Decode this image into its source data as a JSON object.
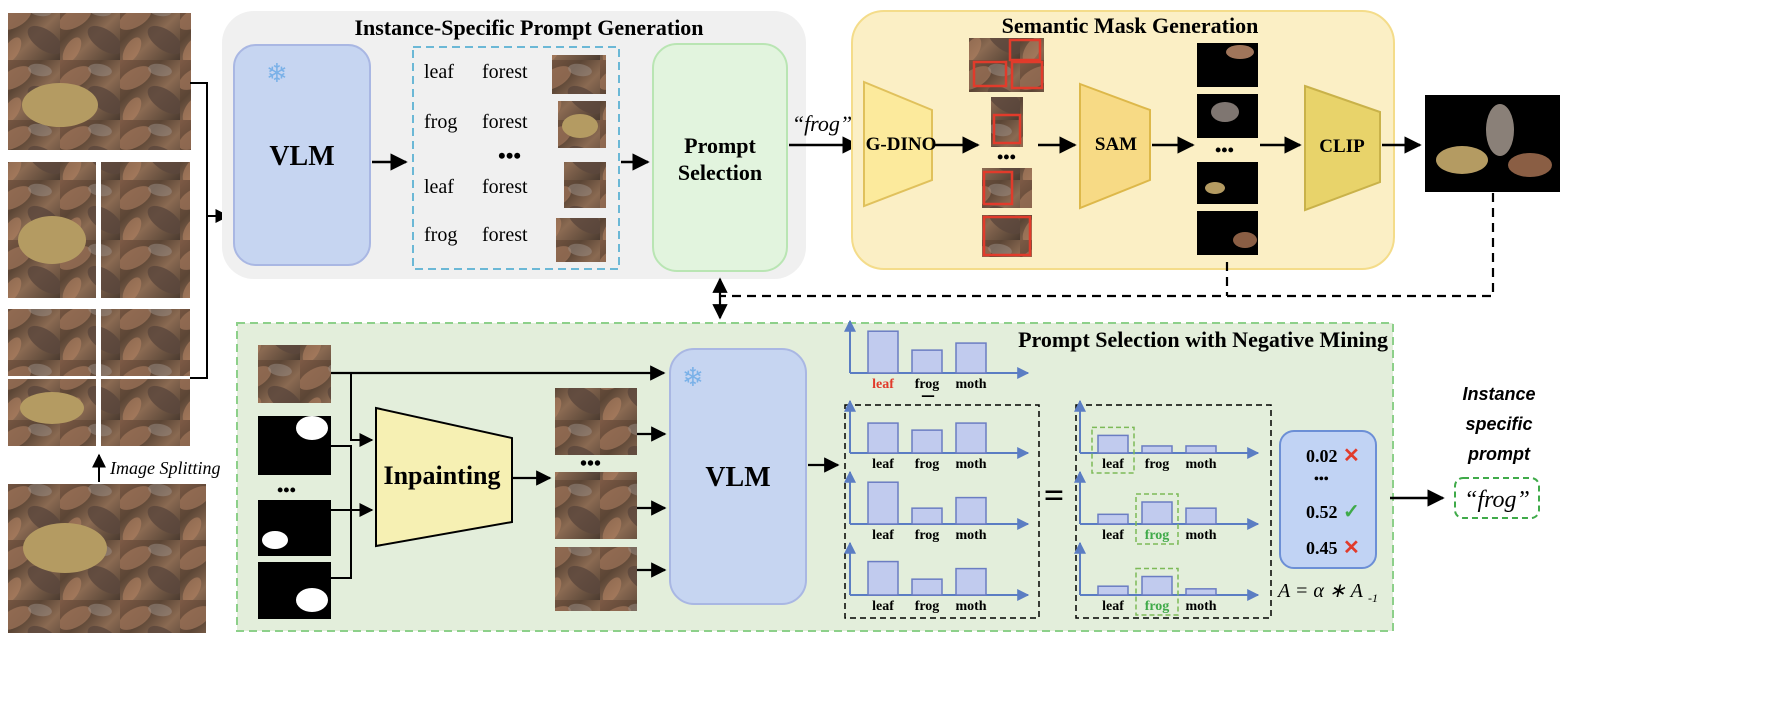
{
  "prompt_gen": {
    "title": "Instance-Specific Prompt Generation",
    "vlm_label": "VLM",
    "prompt_selection_label_line1": "Prompt",
    "prompt_selection_label_line2": "Selection",
    "candidates": [
      {
        "a": "leaf",
        "b": "forest"
      },
      {
        "a": "frog",
        "b": "forest"
      },
      {
        "a": "leaf",
        "b": "forest"
      },
      {
        "a": "frog",
        "b": "forest"
      }
    ],
    "ellipsis": "•••"
  },
  "mask_gen": {
    "title": "Semantic Mask Generation",
    "gdino_label": "G-DINO",
    "sam_label": "SAM",
    "clip_label": "CLIP",
    "prompt_text": "“frog”",
    "ellipsis": "•••"
  },
  "left": {
    "split_label": "Image Splitting"
  },
  "negative_mining": {
    "title": "Prompt Selection with Negative Mining",
    "inpainting_label": "Inpainting",
    "vlm_label": "VLM",
    "ellipsis": "•••",
    "minus_sign": "–",
    "equals_sign": "=",
    "bar_labels": [
      "leaf",
      "frog",
      "moth"
    ],
    "scores": [
      {
        "value": "0.02",
        "mark": "✕"
      },
      {
        "value": "•••",
        "mark": ""
      },
      {
        "value": "0.52",
        "mark": "✓"
      },
      {
        "value": "0.45",
        "mark": "✕"
      }
    ],
    "formula_lhs": "A = α ∗ A",
    "formula_sub": "-1"
  },
  "output": {
    "label_line1": "Instance",
    "label_line2": "specific",
    "label_line3": "prompt",
    "value": "“frog”"
  },
  "colors": {
    "vlm_fill": "#c6d5f1",
    "vlm_stroke": "#a9b7e3",
    "prompt_sel_fill": "#e2f4de",
    "prompt_sel_stroke": "#b9e5b3",
    "mask_bg": "#fbefc5",
    "mask_stroke": "#f4dc8a",
    "neg_bg": "#e3eedb",
    "neg_stroke": "#8dd08a",
    "gray_bg": "#f0f0f0",
    "gdino_fill": "#fcea9c",
    "sam_fill": "#f7da85",
    "clip_fill": "#e8d36a",
    "inpaint_fill": "#f6f0b3",
    "bar_fill": "#c1cbee",
    "bar_stroke": "#6b7dc2",
    "axis": "#5b7dc3",
    "red": "#e13b2b",
    "green": "#3faa49",
    "score_fill": "#c1d3f4",
    "score_stroke": "#6c8fd6"
  }
}
